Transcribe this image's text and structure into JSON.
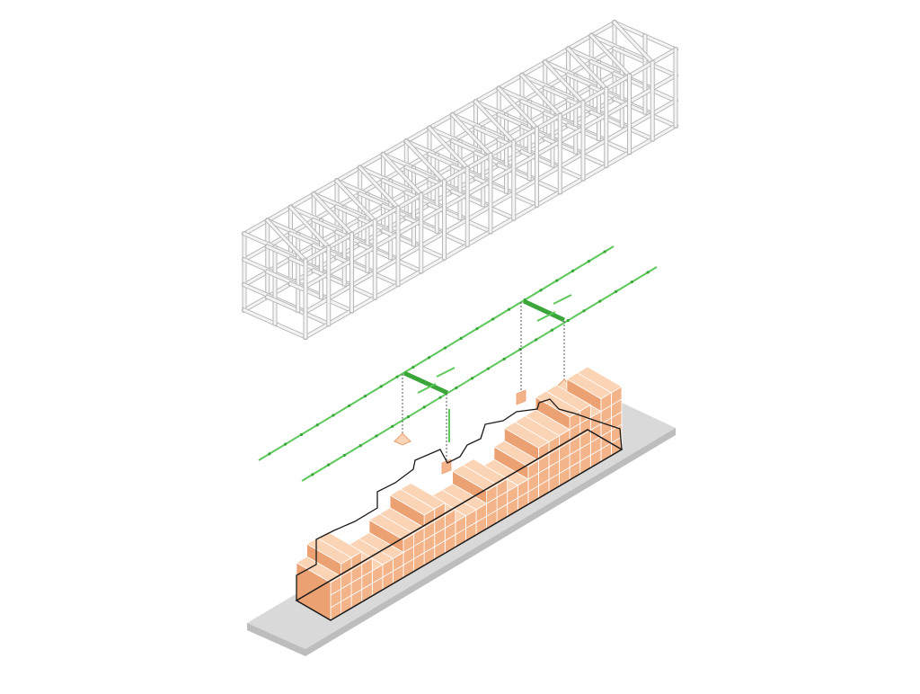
{
  "diagram": {
    "type": "exploded-axonometric",
    "components": [
      "structural-frame",
      "services-rails",
      "modular-units",
      "base-slab"
    ],
    "colors": {
      "frame_fill": "#f4f4f4",
      "frame_edge": "#b9b9b9",
      "rail": "#5cc85a",
      "rail_dark": "#3aa63a",
      "unit_top": "#fbd3b5",
      "unit_front": "#f4b48a",
      "unit_side": "#eba172",
      "unit_edge": "#ffffff",
      "outline": "#1a1a1a",
      "slab_top": "#d9d9d9",
      "slab_side": "#bdbdbd",
      "dashed": "#555555"
    }
  }
}
